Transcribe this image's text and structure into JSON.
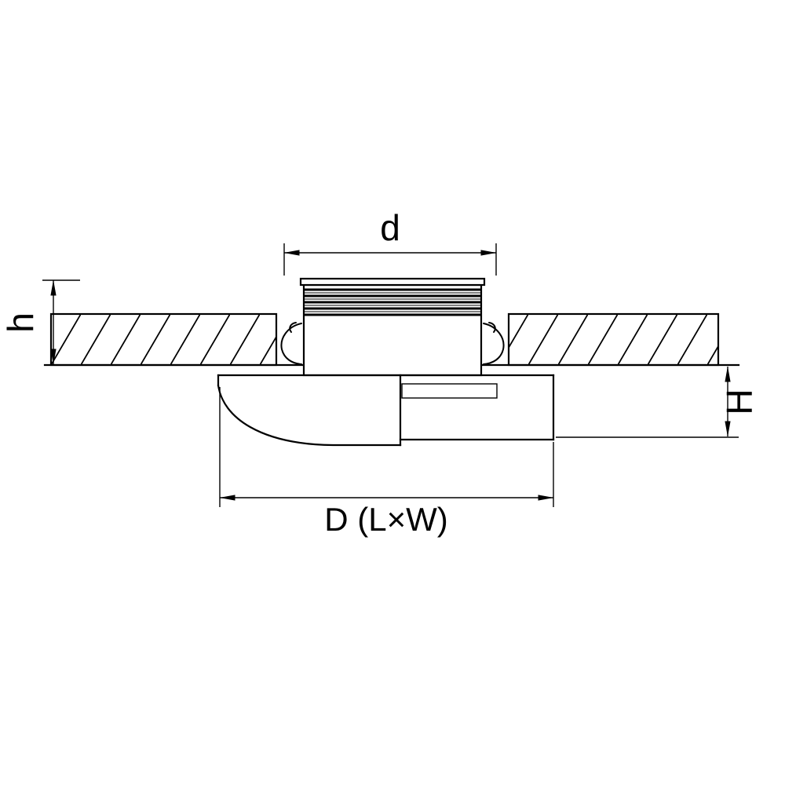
{
  "diagram": {
    "labels": {
      "top_width": "d",
      "left_depth": "h",
      "right_height": "H",
      "bottom_width": "D (L×W)"
    },
    "colors": {
      "line": "#000000",
      "background": "#ffffff"
    }
  }
}
